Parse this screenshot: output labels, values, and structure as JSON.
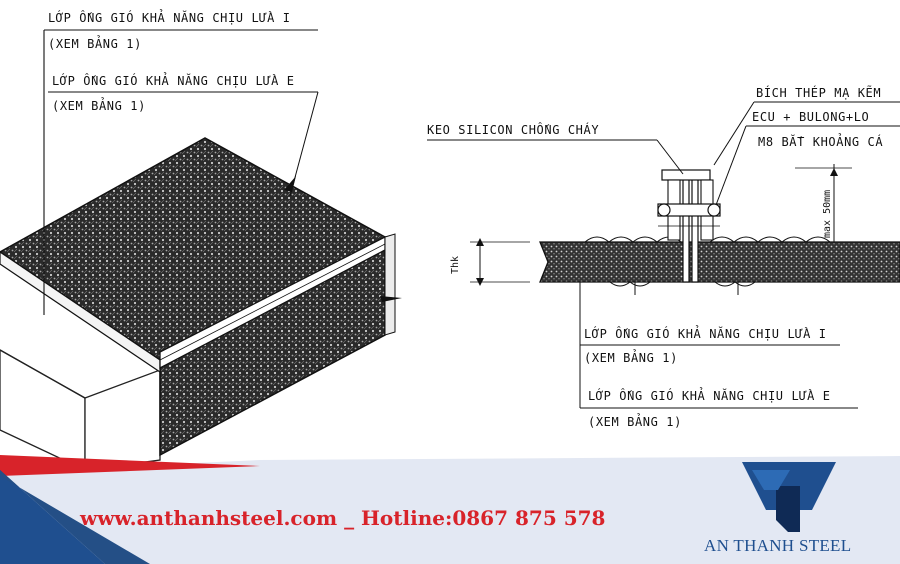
{
  "left_callouts": {
    "layer_i_title": "LỚP ỐNG GIÓ KHẢ NĂNG CHỊU LỬA I",
    "layer_i_ref": "(XEM BẢNG 1)",
    "layer_e_title": "LỚP ỐNG GIÓ KHẢ NĂNG CHỊU LỬA E",
    "layer_e_ref": "(XEM BẢNG 1)"
  },
  "right_callouts": {
    "silicone": "KEO SILICON CHỐNG CHÁY",
    "flange": "BÍCH THÉP MẠ KẼM",
    "bolt": "ECU + BULONG+LO",
    "spacing": "M8 BẮT KHOẢNG CÁ",
    "max_dim": "max 50mm",
    "thickness": "Thk",
    "layer_i_title": "LỚP ỐNG GIÓ KHẢ NĂNG CHỊU LỬA I",
    "layer_i_ref": "(XEM BẢNG 1)",
    "layer_e_title": "LỚP ỐNG GIÓ KHẢ NĂNG CHỊU LỬA E",
    "layer_e_ref": "(XEM BẢNG 1)"
  },
  "footer": {
    "contact": "www.anthanhsteel.com _ Hotline:0867 875 578",
    "brand": "AN THANH STEEL",
    "colors": {
      "red": "#d8232a",
      "navy": "#1f4f8f",
      "band": "#e3e8f3"
    }
  }
}
